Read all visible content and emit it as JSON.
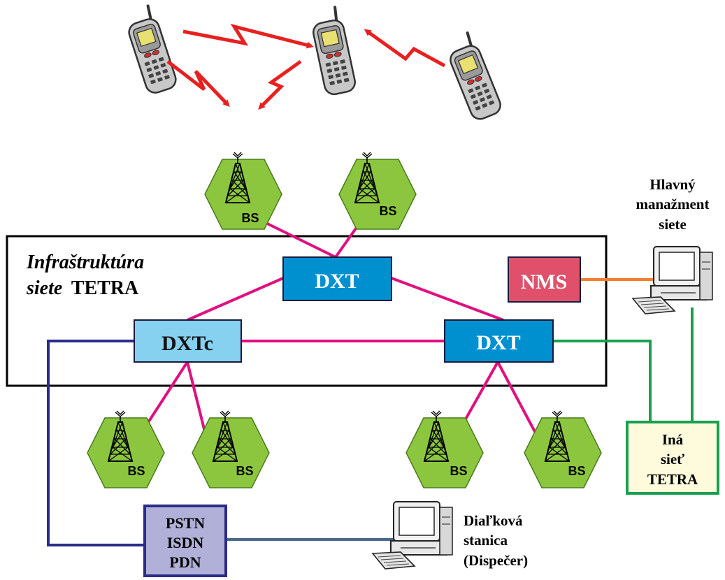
{
  "infrastructure": {
    "title_italic": "Infraštruktúra",
    "title_line2_italic": "siete",
    "title_line2_bold": "TETRA"
  },
  "nodes": {
    "dxt_top": "DXT",
    "dxt_right": "DXT",
    "dxtc": "DXTc",
    "nms": "NMS"
  },
  "base_station_label": "BS",
  "management": {
    "line1": "Hlavný",
    "line2": "manažment",
    "line3": "siete"
  },
  "other_network": {
    "line1": "Iná",
    "line2": "sieť",
    "line3": "TETRA"
  },
  "pstn_box": {
    "line1": "PSTN",
    "line2": "ISDN",
    "line3": "PDN"
  },
  "dispatcher": {
    "line1": "Diaľková",
    "line2": "stanica",
    "line3": "(Dispečer)"
  },
  "colors": {
    "dxt": "#0090d0",
    "dxtc": "#86d0f0",
    "nms": "#e0506a",
    "pstn": "#b0b0d8",
    "other_network_fill": "#fdfbdc",
    "other_network_border": "#1aa050",
    "bs_hex": "#8cc63f",
    "magenta_link": "#e0107f",
    "navy_link": "#2b2b8a",
    "green_link": "#1aa050",
    "orange_link": "#f08030",
    "radio_arrow": "#e82020"
  }
}
